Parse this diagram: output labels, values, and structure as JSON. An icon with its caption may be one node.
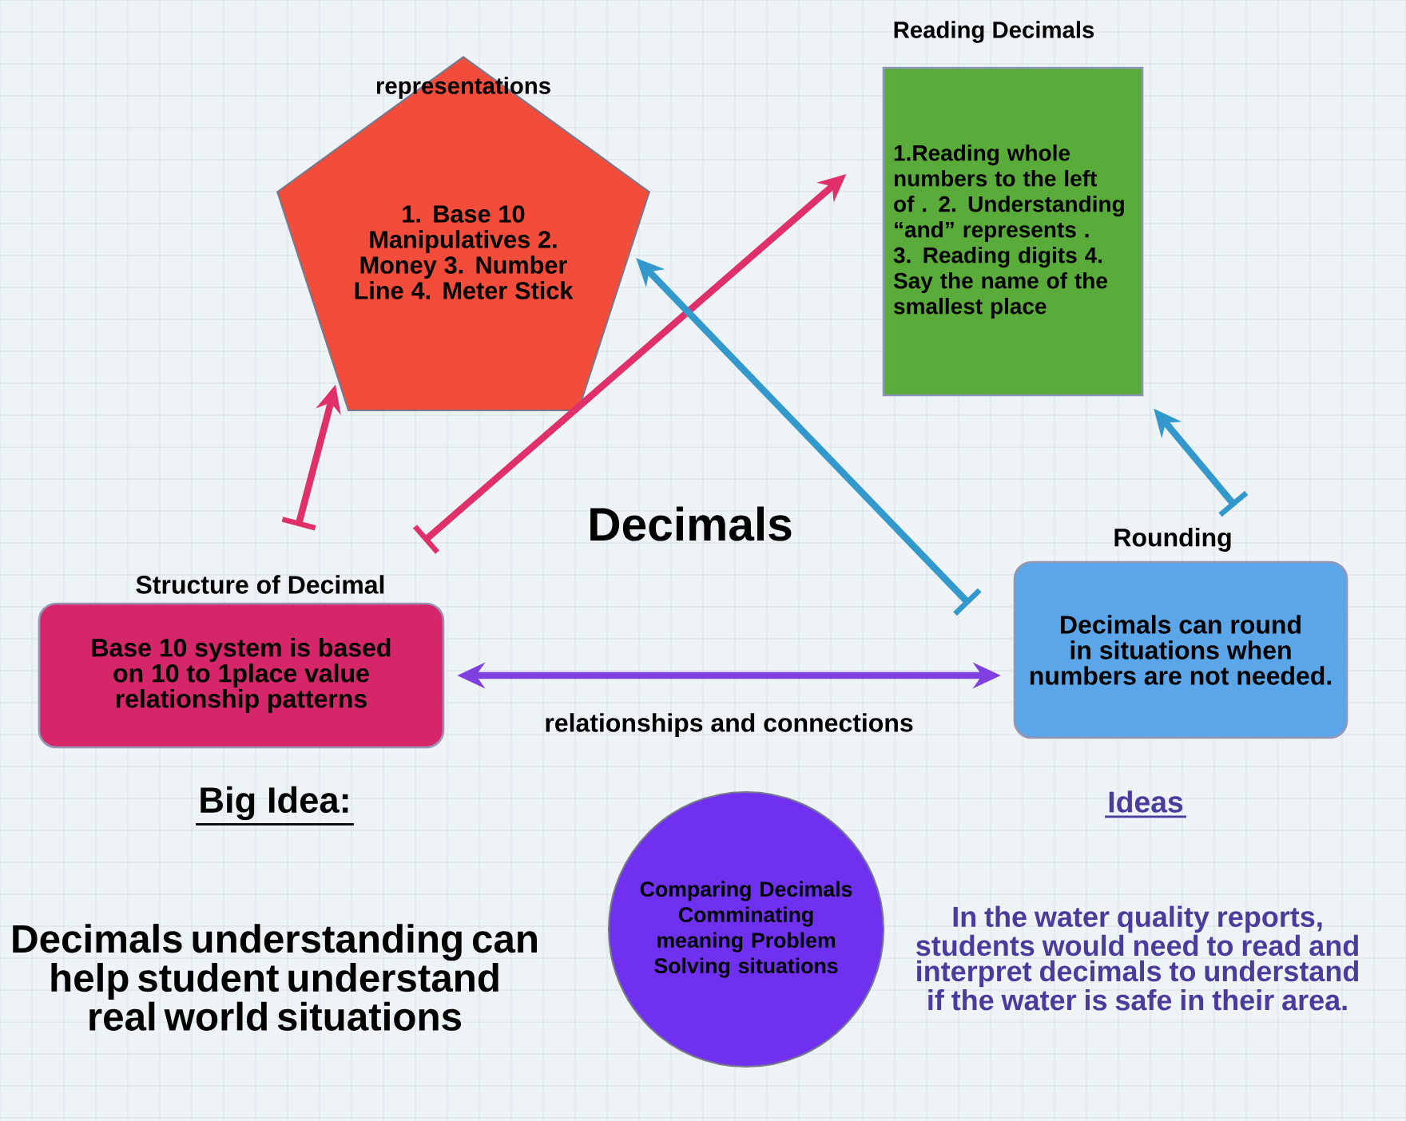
{
  "diagram": {
    "title": "Decimals",
    "nodes": [
      {
        "text": [
          "representations",
          "1. Base 10 Manipulatives 2. Money 3. Number Line 4. Meter Stick"
        ]
      },
      {
        "text": [
          "Reading Decimals",
          "1.Reading whole numbers to the left of . 2. Understanding “and” represents . 3. Reading digits 4. Say the name of the smallest place"
        ]
      },
      {
        "text": [
          "Structure of Decimal",
          "Base 10 system is based on 10 to 1place value relationship patterns"
        ]
      },
      {
        "text": [
          "Rounding",
          "Decimals can round in situations when numbers are not needed."
        ]
      },
      {
        "text": [
          "Comparing Decimals Comminating meaning Problem Solving situations"
        ]
      }
    ],
    "edges": [
      {
        "from": 2,
        "to": 0,
        "arrow": "to",
        "color": "#e0306a"
      },
      {
        "from": 2,
        "to": 1,
        "arrow": "to",
        "color": "#e0306a"
      },
      {
        "from": 3,
        "to": 0,
        "arrow": "to",
        "color": "#3399cc"
      },
      {
        "from": 3,
        "to": 1,
        "arrow": "to",
        "color": "#3399cc"
      },
      {
        "from": 2,
        "to": 3,
        "arrow": "both",
        "color": "#8040e0",
        "label": "relationships and connections"
      }
    ],
    "labels": [
      "Big Idea:",
      "Decimals understanding can help student understand real world situations",
      "Ideas",
      "In the water quality reports, students would need to read and interpret decimals to understand if the water is safe in their area."
    ]
  }
}
